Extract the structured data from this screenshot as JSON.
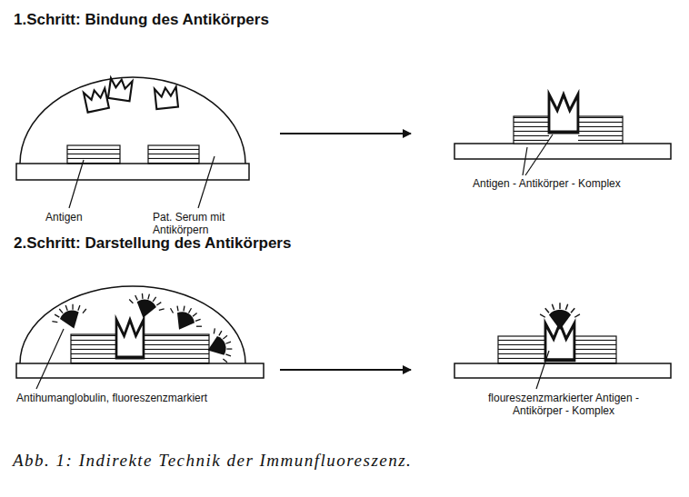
{
  "diagram": {
    "caption": "Abb. 1: Indirekte Technik der Immunfluoreszenz.",
    "labels": [
      "1.Schritt: Bindung des Antikörpers",
      "Antigen",
      "Pat. Serum mit Antikörpern",
      "Antigen - Antikörper - Komplex",
      "2.Schritt: Darstellung des Antikörpers",
      "Antihumanglobulin, fluoreszenzmarkiert",
      "floureszenzmarkierter Antigen - Antikörper - Komplex"
    ]
  }
}
